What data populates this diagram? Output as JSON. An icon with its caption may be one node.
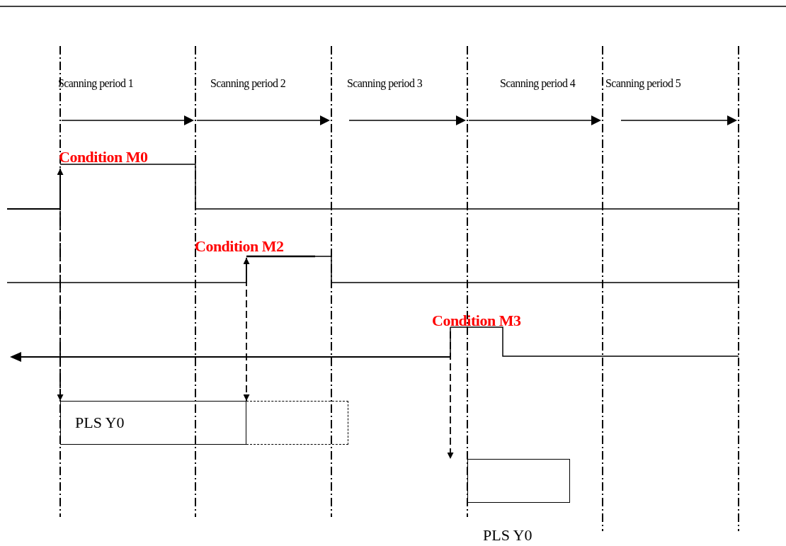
{
  "diagram": {
    "nodes": [
      {
        "text": [
          "Condition M0"
        ]
      },
      {
        "text": [
          "Condition M2"
        ]
      },
      {
        "text": [
          "Condition M3"
        ]
      },
      {
        "text": [
          "PLS Y0"
        ]
      },
      {
        "text": [],
        "shape": "box"
      },
      {
        "text": [],
        "shape": "box",
        "beside": [
          "PLS Y0"
        ]
      }
    ],
    "edges": [
      {
        "from": 0,
        "to": 3,
        "arrow": "both",
        "style": "dashed"
      },
      {
        "from": 1,
        "to": 3,
        "arrow": "both",
        "style": "dashed"
      },
      {
        "from": 2,
        "to": 5,
        "arrow": "to",
        "style": "dashed"
      }
    ],
    "labels": [
      "Scanning period 1",
      "Scanning period 2",
      "Scanning period 3",
      "Scanning period 4",
      "Scanning period 5"
    ]
  }
}
